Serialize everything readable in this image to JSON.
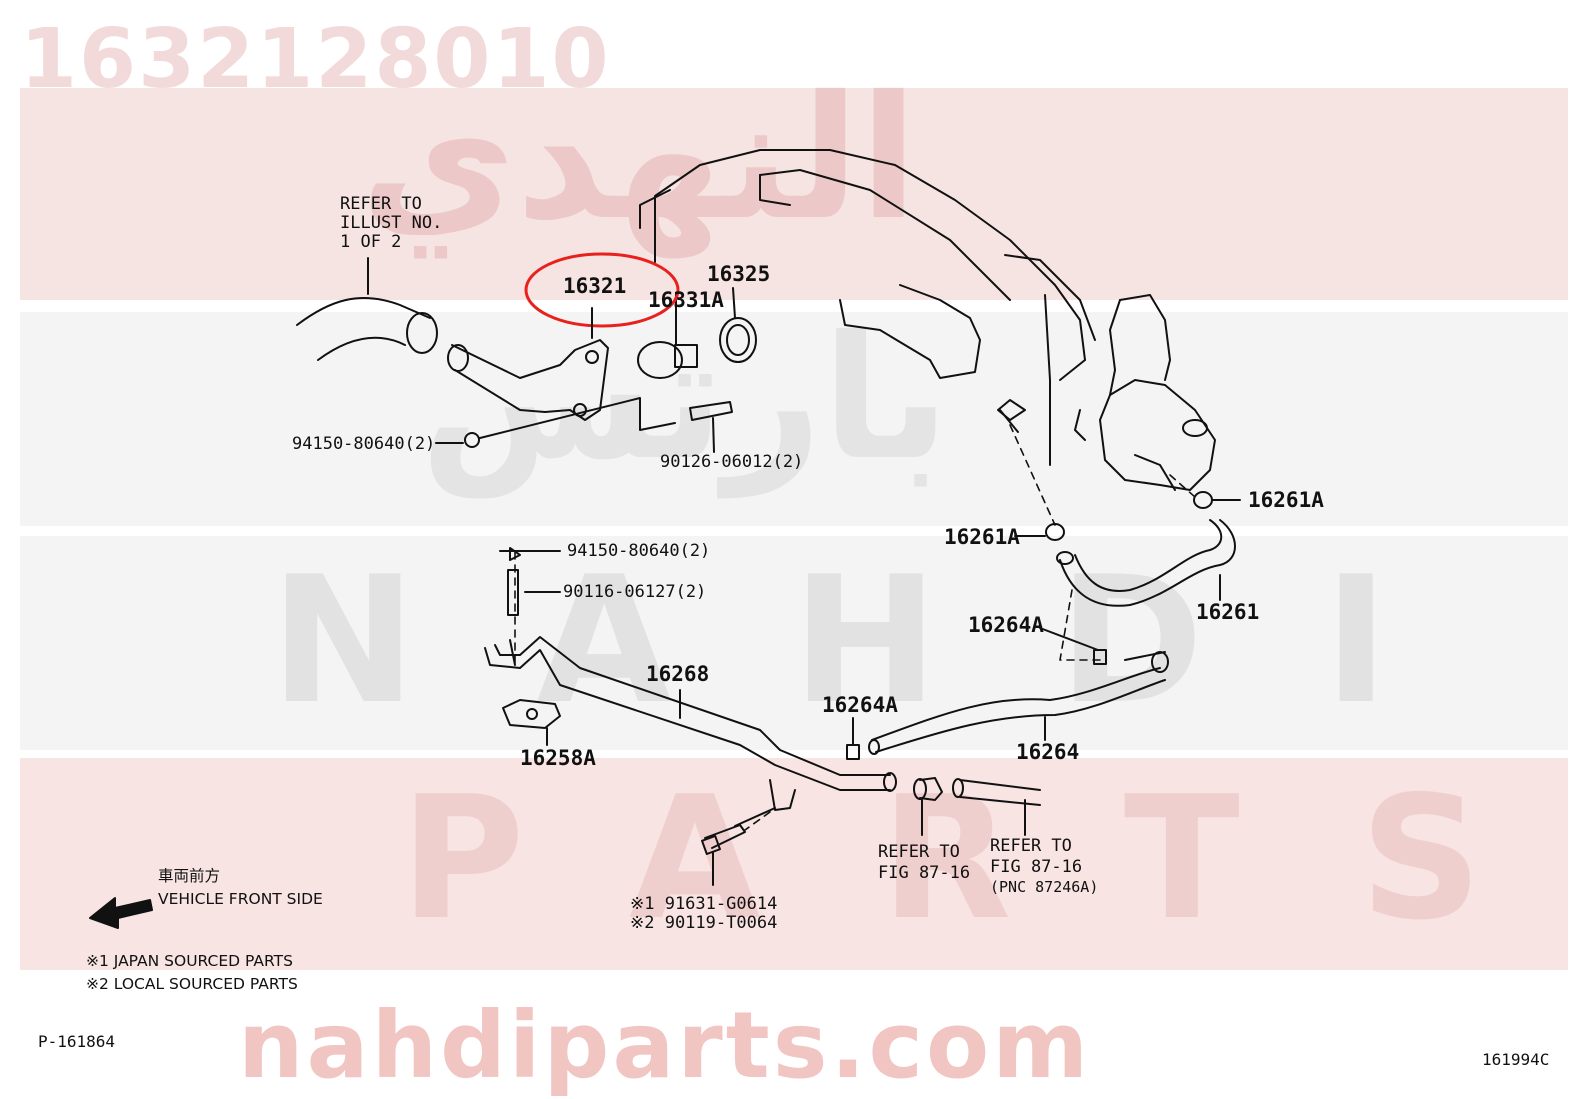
{
  "watermark": {
    "part_number": "1632128010",
    "arabic_line1": "النهدي",
    "arabic_line2": "بارتس",
    "brand": "NAHDI",
    "parts": "PARTS",
    "url": "nahdiparts.com"
  },
  "colors": {
    "band_top": "#f6e4e3",
    "band_mid": "#f2f2f2",
    "band_bottom": "#f7e4e3",
    "highlight_circle": "#e8211c"
  },
  "callouts": {
    "refer_illust": [
      "REFER TO",
      "ILLUST NO.",
      "1 OF 2"
    ],
    "p16321": "16321",
    "p16331A": "16331A",
    "p16325": "16325",
    "p94150_top": "94150-80640(2)",
    "p90126": "90126-06012(2)",
    "p94150_left": "94150-80640(2)",
    "p90116": "90116-06127(2)",
    "p16268": "16268",
    "p16258A": "16258A",
    "p16261A_right": "16261A",
    "p16261A_left": "16261A",
    "p16261": "16261",
    "p16264A_top": "16264A",
    "p16264A_mid": "16264A",
    "p16264": "16264",
    "refer_87_16_a": [
      "REFER TO",
      "FIG 87-16"
    ],
    "refer_87_16_b": [
      "REFER TO",
      "FIG 87-16",
      "(PNC 87246A)"
    ],
    "p91631": "※1 91631-G0614",
    "p90119": "※2 90119-T0064"
  },
  "legend": {
    "front_jp": "車両前方",
    "front_en": "VEHICLE FRONT SIDE",
    "note1": "※1  JAPAN SOURCED PARTS",
    "note2": "※2  LOCAL SOURCED PARTS"
  },
  "footer": {
    "left_code": "P-161864",
    "right_code": "161994C"
  }
}
